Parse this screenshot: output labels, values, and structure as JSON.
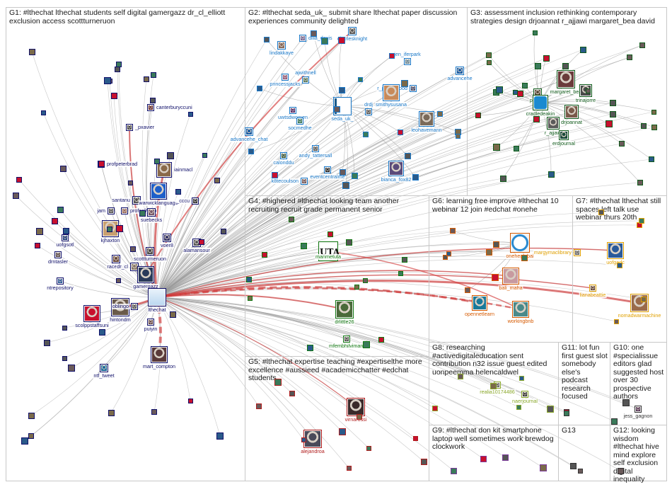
{
  "colors": {
    "g1": "#10106a",
    "g2": "#1a78c8",
    "g3": "#0f5a1a",
    "g4": "#117711",
    "g5": "#b01c1c",
    "g6": "#d65a00",
    "g7": "#e0a000",
    "g8": "#8aa82a",
    "g9": "#7a3a9a",
    "g10": "#333333",
    "g11": "#333333",
    "g12": "#333333",
    "g13": "#333333"
  },
  "groups": [
    {
      "id": "G1",
      "title": "G1: #lthechat lthechat students self digital gamergazz dr_cl_elliott exclusion access scottturneruon"
    },
    {
      "id": "G2",
      "title": "G2: #lthechat seda_uk_ submit share lthechat paper discussion experiences community delighted"
    },
    {
      "id": "G3",
      "title": "G3: assessment inclusion rethinking contemporary strategies design drjoannat r_ajjawi margaret_bea david"
    },
    {
      "id": "G4",
      "title": "G4: #highered #lthechat looking team another recruiting recruit grade permanent senior"
    },
    {
      "id": "G5",
      "title": "G5: #lthechat expertise teaching #expertiselthe more excellence #aussieed #academicchatter #edchat students"
    },
    {
      "id": "G6",
      "title": "G6: learning free improve #lthechat 10 webinar 12 join #edchat #onehe"
    },
    {
      "id": "G7",
      "title": "G7: #lthechat lthechat still spaces left talk use webinar thurs 20th"
    },
    {
      "id": "G8",
      "title": "G8: researching #activedigitaleducation sent contribution n32 issue guest edited uonpeemma helencaldwel"
    },
    {
      "id": "G9",
      "title": "G9: #lthechat don kit smartphone laptop well sometimes work brewdog clockwork"
    },
    {
      "id": "G10",
      "title": "G10: one #specialissue editors glad suggested host over 30 prospective authors"
    },
    {
      "id": "G11",
      "title": "G11: lot fun first guest slot somebody else's podcast research focused"
    },
    {
      "id": "G12",
      "title": "G12: looking wisdom #lthechat hive mind explore self exclusion digital inequality"
    },
    {
      "id": "G13",
      "title": "G13"
    }
  ],
  "nodes": [
    {
      "id": "canterburyccuni",
      "label": "canterburyccuni",
      "group": "g1",
      "icon": "avatar-icon",
      "accent": "#6a2a2a"
    },
    {
      "id": "pxavier",
      "label": "_pxavier",
      "group": "g1",
      "icon": "avatar-icon",
      "accent": "#444444"
    },
    {
      "id": "profpeterbrad",
      "label": "profpeterbrad",
      "group": "g1",
      "icon": "avatar-icon",
      "accent": "#7a5a3a"
    },
    {
      "id": "iainmaclaren",
      "label": "iainmacl",
      "group": "g1",
      "icon": "avatar-icon",
      "accent": "#8a6a4a"
    },
    {
      "id": "santanu",
      "label": "santanu",
      "group": "g1",
      "icon": "avatar-icon",
      "accent": "#555555"
    },
    {
      "id": "warwicklanguage",
      "label": "warwicklanguage",
      "group": "g1",
      "icon": "avatar-icon",
      "accent": "#1e5fc9"
    },
    {
      "id": "cccu",
      "label": "_cccu",
      "group": "g1",
      "icon": "avatar-icon",
      "accent": "#333333"
    },
    {
      "id": "jam",
      "label": "jam",
      "group": "g1",
      "icon": "avatar-icon",
      "accent": "#555555"
    },
    {
      "id": "profsally",
      "label": "profsallybro",
      "group": "g1",
      "icon": "avatar-icon",
      "accent": "#9a6a5a"
    },
    {
      "id": "suebecks",
      "label": "suebecks",
      "group": "g1",
      "icon": "avatar-icon",
      "accent": "#7a5a6a"
    },
    {
      "id": "kjhaxton",
      "label": "kjhaxton",
      "group": "g1",
      "icon": "avatar-icon",
      "accent": "#c9a070"
    },
    {
      "id": "voer8",
      "label": "voer8",
      "group": "g1",
      "icon": "avatar-icon",
      "accent": "#333366"
    },
    {
      "id": "alamansour",
      "label": "alamansour",
      "group": "g1",
      "icon": "avatar-icon",
      "accent": "#5a5a5a"
    },
    {
      "id": "scottturneruon",
      "label": "scottturneruon",
      "group": "g1",
      "icon": "avatar-icon",
      "accent": "#4a4a4a"
    },
    {
      "id": "racephil",
      "label": "racephil",
      "group": "g1",
      "icon": "avatar-icon",
      "accent": "#6a4a3a"
    },
    {
      "id": "drcl",
      "label": "dr_cl",
      "group": "g1",
      "icon": "avatar-icon",
      "accent": "#8a7a6a"
    },
    {
      "id": "gamergazz",
      "label": "gamergazz",
      "group": "g1",
      "icon": "avatar-icon",
      "accent": "#2a3a5a"
    },
    {
      "id": "uofgsotl",
      "label": "uofgsotl",
      "group": "g1",
      "icon": "avatar-icon",
      "accent": "#1a3a7a"
    },
    {
      "id": "drntasler",
      "label": "drntasler",
      "group": "g1",
      "icon": "avatar-icon",
      "accent": "#5a4a4a"
    },
    {
      "id": "ntrepository",
      "label": "ntrepository",
      "group": "g1",
      "icon": "avatar-icon",
      "accent": "#2a5a9a"
    },
    {
      "id": "hintondm",
      "label": "hintondm",
      "group": "g1",
      "icon": "avatar-icon",
      "accent": "#6a5a4a"
    },
    {
      "id": "scolppstaffsuni",
      "label": "scolppstaffsuni",
      "group": "g1",
      "icon": "avatar-icon",
      "accent": "#c8102e"
    },
    {
      "id": "lthechat",
      "label": "lthechat",
      "group": "g1",
      "icon": "lthechat-logo-icon",
      "accent": "#3a8ad0"
    },
    {
      "id": "oblingo",
      "label": "oblingo",
      "group": "g1",
      "icon": "avatar-icon",
      "accent": "#555555"
    },
    {
      "id": "puiyin",
      "label": "puiyin",
      "group": "g1",
      "icon": "avatar-icon",
      "accent": "#6a4a4a"
    },
    {
      "id": "mart_compton",
      "label": "mart_compton",
      "group": "g1",
      "icon": "avatar-icon",
      "accent": "#5a3a3a"
    },
    {
      "id": "ntf_tweet",
      "label": "ntf_tweet",
      "group": "g1",
      "icon": "avatar-icon",
      "accent": "#1a6a9a"
    },
    {
      "id": "dilla_davis",
      "label": "dilla_davis",
      "group": "g2",
      "icon": "avatar-icon",
      "accent": "#7a6a9a"
    },
    {
      "id": "charlesknight",
      "label": "charlesknight",
      "group": "g2",
      "icon": "avatar-icon",
      "accent": "#5a5a5a"
    },
    {
      "id": "lindakkaye",
      "label": "lindakkaye",
      "group": "g2",
      "icon": "avatar-icon",
      "accent": "#8a6a5a"
    },
    {
      "id": "jen_iferpark",
      "label": "jen_iferpark",
      "group": "g2",
      "icon": "avatar-icon",
      "accent": "#6a8a9a"
    },
    {
      "id": "princessjacks",
      "label": "princessjacks",
      "group": "g2",
      "icon": "avatar-icon",
      "accent": "#9a5a7a"
    },
    {
      "id": "ajwithnell",
      "label": "ajwithnell",
      "group": "g2",
      "icon": "avatar-icon",
      "accent": "#5a7a5a"
    },
    {
      "id": "r_jameswood",
      "label": "r_jameswood",
      "group": "g2",
      "icon": "avatar-icon",
      "accent": "#4a4a6a"
    },
    {
      "id": "advancehe",
      "label": "advancehe",
      "group": "g2",
      "icon": "avatar-icon",
      "accent": "#1a5aa0"
    },
    {
      "id": "uwtsdwomen",
      "label": "uwtsdwomen",
      "group": "g2",
      "icon": "avatar-icon",
      "accent": "#5a2a6a"
    },
    {
      "id": "seda_uk_",
      "label": "seda_uk_",
      "group": "g2",
      "icon": "seda-logo-icon",
      "accent": "#1a5a8a"
    },
    {
      "id": "drdj",
      "label": "drdj",
      "group": "g2",
      "icon": "avatar-icon",
      "accent": "#5a5a5a"
    },
    {
      "id": "smithysusana",
      "label": "smithysusana",
      "group": "g2",
      "icon": "avatar-icon",
      "accent": "#c88a5a"
    },
    {
      "id": "socmedhe",
      "label": "socmedhe",
      "group": "g2",
      "icon": "avatar-icon",
      "accent": "#3a7a5a"
    },
    {
      "id": "leohavemann",
      "label": "leohavemann",
      "group": "g2",
      "icon": "avatar-icon",
      "accent": "#7a6a5a"
    },
    {
      "id": "advancehe_chat",
      "label": "advancehe_chat",
      "group": "g2",
      "icon": "avatar-icon",
      "accent": "#1a5aa0"
    },
    {
      "id": "andy_tattersall",
      "label": "andy_tattersall",
      "group": "g2",
      "icon": "avatar-icon",
      "accent": "#5a5a5a"
    },
    {
      "id": "calonddu",
      "label": "calonddu",
      "group": "g2",
      "icon": "avatar-icon",
      "accent": "#3a5a3a"
    },
    {
      "id": "eventcentralme",
      "label": "eventcentralme",
      "group": "g2",
      "icon": "avatar-icon",
      "accent": "#2a2a2a"
    },
    {
      "id": "k8tecoulson",
      "label": "k8tecoulson",
      "group": "g2",
      "icon": "avatar-icon",
      "accent": "#7a5a5a"
    },
    {
      "id": "bianca_fox82",
      "label": "bianca_fox82",
      "group": "g2",
      "icon": "avatar-icon",
      "accent": "#5a4a7a"
    },
    {
      "id": "phillipa",
      "label": "phillipa",
      "group": "g3",
      "icon": "avatar-icon",
      "accent": "#5a4a3a"
    },
    {
      "id": "margaret_bea",
      "label": "margaret_bea",
      "group": "g3",
      "icon": "avatar-icon",
      "accent": "#6a3a3a"
    },
    {
      "id": "trinajorre",
      "label": "trinajorre",
      "group": "g3",
      "icon": "avatar-icon",
      "accent": "#4a4a4a"
    },
    {
      "id": "cradledeakin",
      "label": "cradledeakin",
      "group": "g3",
      "icon": "cradle-logo-icon",
      "accent": "#1a8ad0"
    },
    {
      "id": "drjoannat",
      "label": "drjoannat",
      "group": "g3",
      "icon": "avatar-icon",
      "accent": "#7a5a4a"
    },
    {
      "id": "r_ajjawi",
      "label": "r_ajjawi",
      "group": "g3",
      "icon": "avatar-icon",
      "accent": "#5a5a5a"
    },
    {
      "id": "erdjournal",
      "label": "erdjournal",
      "group": "g3",
      "icon": "avatar-icon",
      "accent": "#1a4a3a"
    },
    {
      "id": "uta",
      "label": "UTA",
      "group": "g4",
      "icon": "uta-logo-icon",
      "accent": "#111111"
    },
    {
      "id": "manmetuta",
      "label": "manmetuta",
      "group": "g4",
      "icon": "avatar-icon",
      "accent": "#111111"
    },
    {
      "id": "drlittle26",
      "label": "drlittle26",
      "group": "g4",
      "icon": "avatar-icon",
      "accent": "#4a6a3a"
    },
    {
      "id": "mfembhilvimani",
      "label": "mfembhilvimani",
      "group": "g4",
      "icon": "avatar-icon",
      "accent": "#5a5a5a"
    },
    {
      "id": "virnarossi",
      "label": "virnarossi",
      "group": "g5",
      "icon": "avatar-icon",
      "accent": "#3a2a2a"
    },
    {
      "id": "alejandroa",
      "label": "alejandroa",
      "group": "g5",
      "icon": "avatar-icon",
      "accent": "#4a4a5a"
    },
    {
      "id": "oneheglobal",
      "label": "oneheglobal",
      "group": "g6",
      "icon": "onehe-logo-icon",
      "accent": "#2a8ad0"
    },
    {
      "id": "bali_maha",
      "label": "bali_maha",
      "group": "g6",
      "icon": "avatar-icon",
      "accent": "#c89aa0"
    },
    {
      "id": "opennetlearn",
      "label": "opennetlearn",
      "group": "g6",
      "icon": "avatar-icon",
      "accent": "#1a7a9a"
    },
    {
      "id": "workingbnb",
      "label": "workingbnb",
      "group": "g6",
      "icon": "avatar-icon",
      "accent": "#4a8a8a"
    },
    {
      "id": "margymaclibrary",
      "label": "margymaclibrary",
      "group": "g7",
      "icon": "avatar-icon",
      "accent": "#6a6a6a"
    },
    {
      "id": "uofgadc",
      "label": "uofgadc",
      "group": "g7",
      "icon": "avatar-icon",
      "accent": "#2a5a9a"
    },
    {
      "id": "lianabeattie",
      "label": "lianabeattie",
      "group": "g7",
      "icon": "avatar-icon",
      "accent": "#6a4a3a"
    },
    {
      "id": "nomadwarmachine",
      "label": "nomadwarmachine",
      "group": "g7",
      "icon": "avatar-icon",
      "accent": "#9a6a4a"
    },
    {
      "id": "realia10174486",
      "label": "realia10174486",
      "group": "g8",
      "icon": "avatar-icon",
      "accent": "#6a6a6a"
    },
    {
      "id": "naerjournal",
      "label": "naerjournal",
      "group": "g8",
      "icon": "avatar-icon",
      "accent": "#3a3a3a"
    },
    {
      "id": "jess_gagnon",
      "label": "jess_gagnon",
      "group": "g10",
      "icon": "avatar-icon",
      "accent": "#5a3a5a"
    }
  ]
}
